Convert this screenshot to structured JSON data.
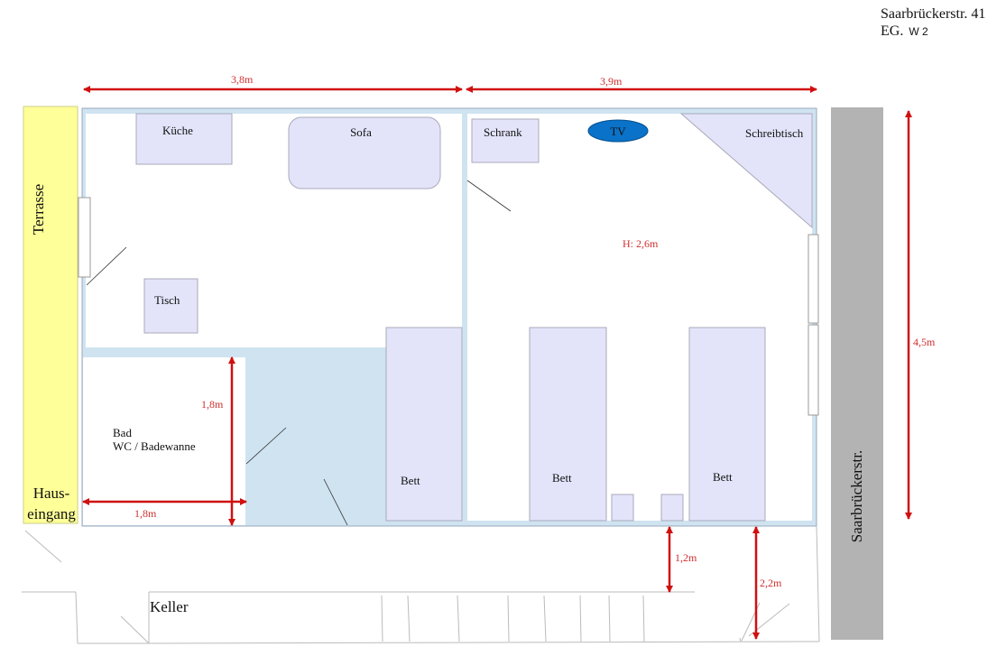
{
  "header": {
    "address": "Saarbrückerstr. 41",
    "floor": "EG.",
    "unit": "W 2"
  },
  "areas": {
    "terrace": "Terrasse",
    "entrance_1": "Haus-",
    "entrance_2": "eingang",
    "street": "Saarbrückerstr.",
    "cellar": "Keller"
  },
  "rooms": {
    "bath_1": "Bad",
    "bath_2": "WC / Badewanne",
    "height": "H: 2,6m"
  },
  "furniture": {
    "kitchen": "Küche",
    "sofa": "Sofa",
    "table": "Tisch",
    "wardrobe": "Schrank",
    "tv": "TV",
    "desk": "Schreibtisch",
    "bed_1": "Bett",
    "bed_2": "Bett",
    "bed_3": "Bett"
  },
  "dimensions": {
    "left_width": "3,8m",
    "right_width": "3,9m",
    "depth": "4,5m",
    "bath_height": "1,8m",
    "bath_width": "1,8m",
    "gap_1": "1,2m",
    "gap_2": "2,2m"
  },
  "colors": {
    "dimension": "#d01010",
    "wall": "#cfe3f1",
    "furniture": "#e3e4fa",
    "terrace": "#ffff99",
    "street": "#b3b3b3",
    "tv": "#0a72c8"
  }
}
